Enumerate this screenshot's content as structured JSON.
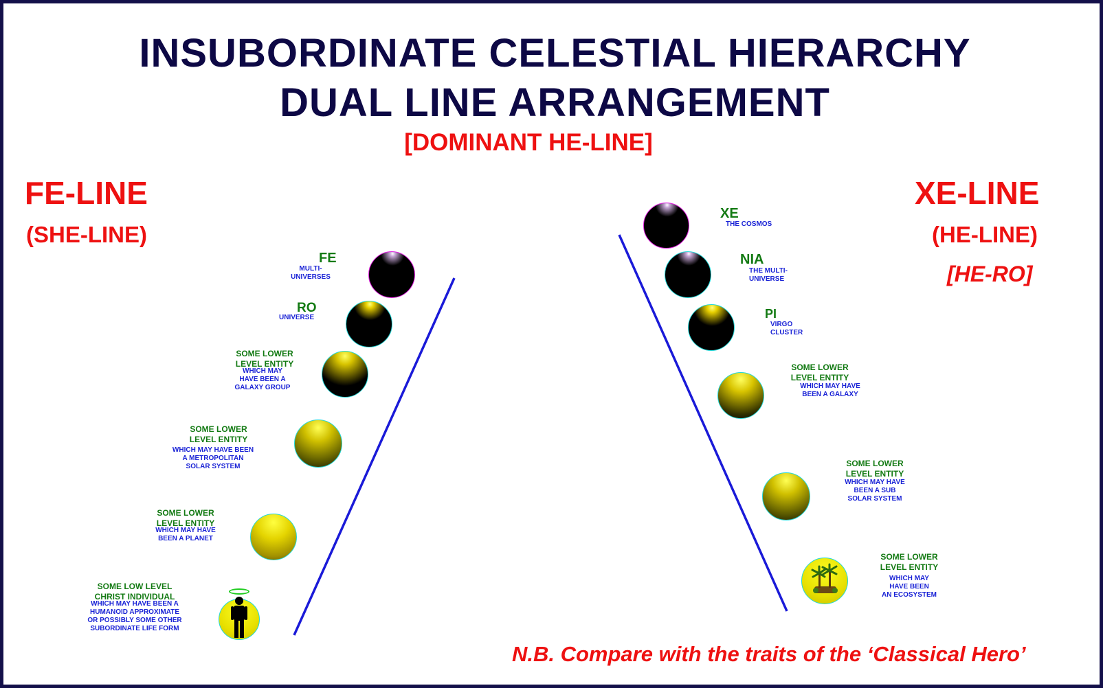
{
  "title": {
    "line1": "INSUBORDINATE CELESTIAL HIERARCHY",
    "line2": "DUAL LINE ARRANGEMENT",
    "subtitle": "[DOMINANT HE-LINE]"
  },
  "fe_line": {
    "heading": "FE-LINE",
    "subheading": "(SHE-LINE)",
    "nodes": [
      {
        "name": "FE",
        "desc": [
          "MULTI-",
          "UNIVERSES"
        ]
      },
      {
        "name": "RO",
        "desc": [
          "UNIVERSE"
        ]
      },
      {
        "name": [
          "SOME LOWER",
          "LEVEL ENTITY"
        ],
        "desc": [
          "WHICH MAY",
          "HAVE BEEN A",
          "GALAXY GROUP"
        ]
      },
      {
        "name": [
          "SOME LOWER",
          "LEVEL ENTITY"
        ],
        "desc": [
          "WHICH MAY HAVE BEEN",
          "A METROPOLITAN",
          "SOLAR SYSTEM"
        ]
      },
      {
        "name": [
          "SOME LOWER",
          "LEVEL ENTITY"
        ],
        "desc": [
          "WHICH MAY HAVE",
          "BEEN A PLANET"
        ]
      },
      {
        "name": [
          "SOME LOW LEVEL",
          "CHRIST INDIVIDUAL"
        ],
        "desc": [
          "WHICH MAY HAVE BEEN A",
          "HUMANOID APPROXIMATE",
          "OR POSSIBLY SOME OTHER",
          "SUBORDINATE LIFE FORM"
        ]
      }
    ]
  },
  "xe_line": {
    "heading": "XE-LINE",
    "subheading": "(HE-LINE)",
    "tag": "[HE-RO]",
    "nodes": [
      {
        "name": "XE",
        "desc": [
          "THE COSMOS"
        ]
      },
      {
        "name": "NIA",
        "desc": [
          "THE MULTI-",
          "UNIVERSE"
        ]
      },
      {
        "name": "PI",
        "desc": [
          "VIRGO",
          "CLUSTER"
        ]
      },
      {
        "name": [
          "SOME LOWER",
          "LEVEL ENTITY"
        ],
        "desc": [
          "WHICH MAY HAVE",
          "BEEN A GALAXY"
        ]
      },
      {
        "name": [
          "SOME LOWER",
          "LEVEL ENTITY"
        ],
        "desc": [
          "WHICH MAY HAVE",
          "BEEN A SUB",
          "SOLAR SYSTEM"
        ]
      },
      {
        "name": [
          "SOME LOWER",
          "LEVEL ENTITY"
        ],
        "desc": [
          "WHICH MAY",
          "HAVE BEEN",
          "AN ECOSYSTEM"
        ]
      }
    ]
  },
  "footnote": "N.B. Compare with the traits of the ‘Classical Hero’",
  "icons": {
    "figure": "person-with-halo-icon",
    "trees": "palm-trees-icon"
  },
  "colors": {
    "title": "#0d0845",
    "accent_red": "#ee1111",
    "label_green": "#137a13",
    "desc_blue": "#1a23d6",
    "line_blue": "#1a1ad8",
    "sphere_yellow": "#e8e000",
    "sphere_dark": "#000000"
  }
}
